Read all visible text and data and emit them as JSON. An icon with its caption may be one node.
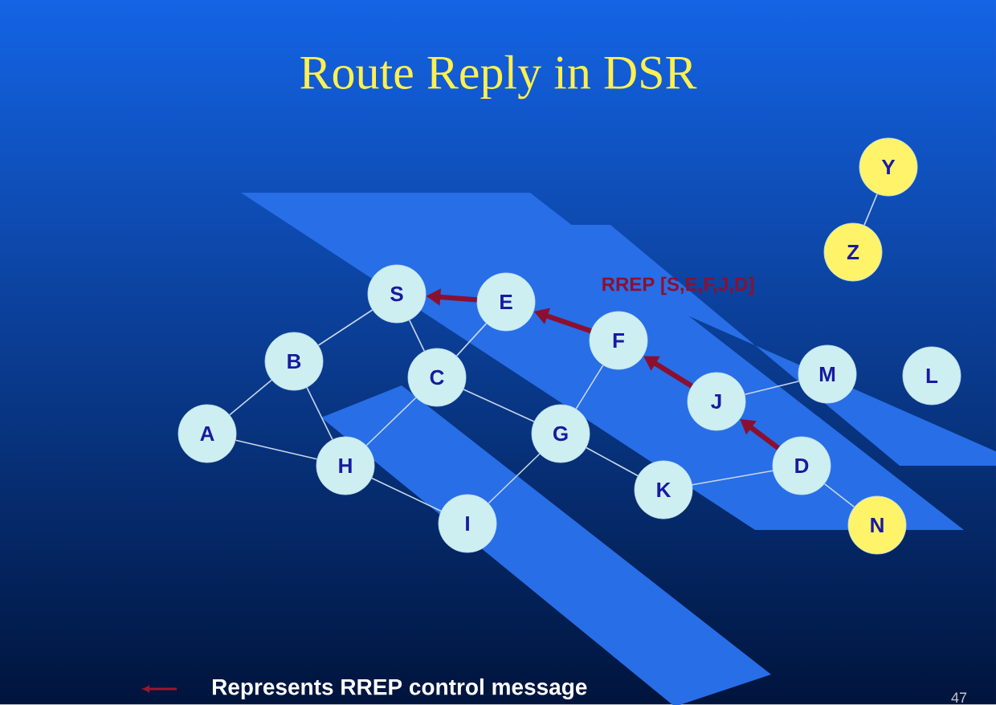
{
  "diagram": {
    "title": "Route Reply in DSR",
    "nodes": [
      {
        "text": [
          "S"
        ]
      },
      {
        "text": [
          "E"
        ]
      },
      {
        "text": [
          "B"
        ]
      },
      {
        "text": [
          "C"
        ]
      },
      {
        "text": [
          "F"
        ]
      },
      {
        "text": [
          "J"
        ]
      },
      {
        "text": [
          "M"
        ]
      },
      {
        "text": [
          "L"
        ]
      },
      {
        "text": [
          "A"
        ]
      },
      {
        "text": [
          "H"
        ]
      },
      {
        "text": [
          "G"
        ]
      },
      {
        "text": [
          "K"
        ]
      },
      {
        "text": [
          "D"
        ]
      },
      {
        "text": [
          "I"
        ]
      },
      {
        "text": [
          "N"
        ]
      },
      {
        "text": [
          "Y"
        ]
      },
      {
        "text": [
          "Z"
        ]
      }
    ],
    "edges": [
      {
        "from": 0,
        "to": 2,
        "arrow": "none"
      },
      {
        "from": 0,
        "to": 3,
        "arrow": "none"
      },
      {
        "from": 1,
        "to": 3,
        "arrow": "none"
      },
      {
        "from": 2,
        "to": 8,
        "arrow": "none"
      },
      {
        "from": 2,
        "to": 9,
        "arrow": "none"
      },
      {
        "from": 8,
        "to": 9,
        "arrow": "none"
      },
      {
        "from": 3,
        "to": 9,
        "arrow": "none"
      },
      {
        "from": 3,
        "to": 10,
        "arrow": "none"
      },
      {
        "from": 9,
        "to": 13,
        "arrow": "none"
      },
      {
        "from": 10,
        "to": 13,
        "arrow": "none"
      },
      {
        "from": 10,
        "to": 4,
        "arrow": "none"
      },
      {
        "from": 10,
        "to": 11,
        "arrow": "none"
      },
      {
        "from": 11,
        "to": 12,
        "arrow": "none"
      },
      {
        "from": 5,
        "to": 6,
        "arrow": "none"
      },
      {
        "from": 12,
        "to": 14,
        "arrow": "none"
      },
      {
        "from": 15,
        "to": 16,
        "arrow": "none"
      },
      {
        "from": 1,
        "to": 0,
        "arrow": "to",
        "style": "thick",
        "color": "#8b1030"
      },
      {
        "from": 4,
        "to": 1,
        "arrow": "to",
        "style": "thick",
        "color": "#8b1030"
      },
      {
        "from": 5,
        "to": 4,
        "arrow": "to",
        "style": "thick",
        "color": "#8b1030"
      },
      {
        "from": 12,
        "to": 5,
        "arrow": "to",
        "style": "thick",
        "color": "#8b1030"
      }
    ],
    "labels": [
      "RREP [S,E,F,J,D]",
      "47"
    ],
    "legend": [
      {
        "text": "Represents RREP control message"
      }
    ]
  }
}
